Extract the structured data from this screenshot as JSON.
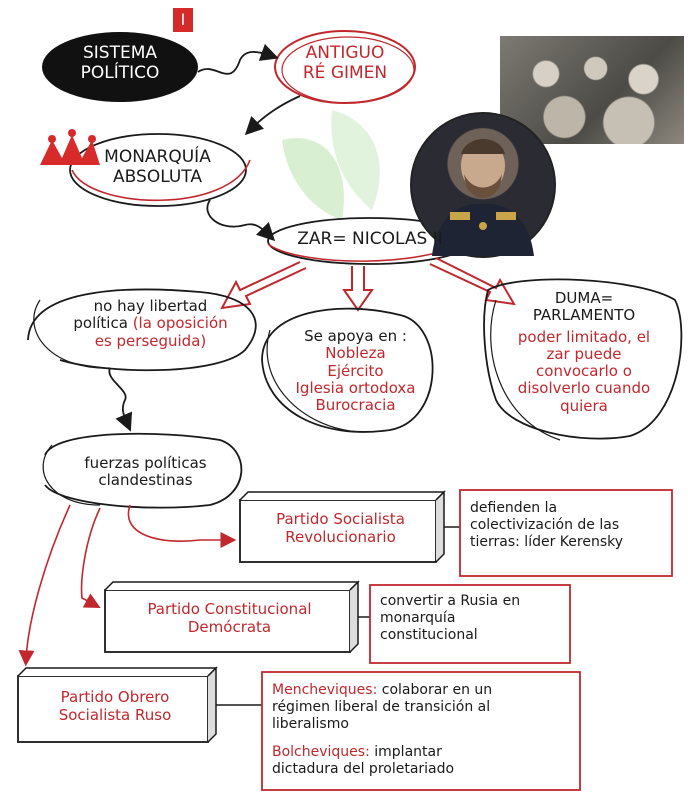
{
  "badge": {
    "label": "I"
  },
  "nodes": {
    "sistema_politico": [
      "SISTEMA",
      "POLÍTICO"
    ],
    "antiguo_regimen": [
      "ANTIGUO",
      "RÉ GIMEN"
    ],
    "monarquia_absoluta": [
      "MONARQUÍA",
      "ABSOLUTA"
    ],
    "zar": "ZAR= NICOLAS II",
    "no_libertad": {
      "line1": "no hay libertad",
      "line2_black": "política",
      "line2_red": "(la oposición",
      "line3_red": "es perseguida)"
    },
    "apoyos": {
      "heading": "Se apoya en :",
      "items": [
        "Nobleza",
        "Ejército",
        "Iglesia ortodoxa",
        "Burocracia"
      ]
    },
    "duma": {
      "heading": [
        "DUMA=",
        "PARLAMENTO"
      ],
      "detail": [
        "poder limitado, el",
        "zar puede",
        "convocarlo o",
        "disolverlo cuando",
        "quiera"
      ]
    },
    "fuerzas": [
      "fuerzas políticas",
      "clandestinas"
    ]
  },
  "parties": [
    {
      "name": [
        "Partido Socialista",
        "Revolucionario"
      ],
      "desc": [
        "defienden la",
        "colectivización de las",
        "tierras: líder Kerensky"
      ]
    },
    {
      "name": [
        "Partido Constitucional",
        "Demócrata"
      ],
      "desc": [
        "convertir a Rusia en",
        "monarquía",
        "constitucional"
      ]
    },
    {
      "name": [
        "Partido Obrero",
        "Socialista Ruso"
      ],
      "desc_mencheviques": {
        "label": "Mencheviques:",
        "text1": " colaborar en un",
        "text2": "régimen liberal de transición al",
        "text3": "liberalismo"
      },
      "desc_bolcheviques": {
        "label": "Bolcheviques:",
        "text1": " implantar",
        "text2": "dictadura del proletariado"
      }
    }
  ],
  "colors": {
    "accent": "#c0282d",
    "ink": "#1a1a1a",
    "leaf": "#cfe8c8"
  }
}
